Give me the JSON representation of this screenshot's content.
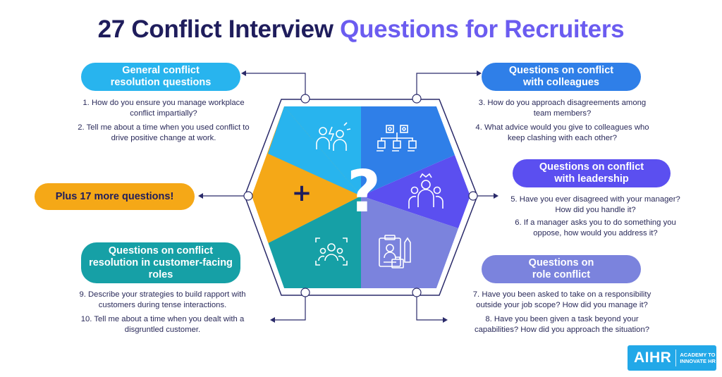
{
  "title": {
    "part1": "27 Conflict Interview ",
    "part2": "Questions for Recruiters"
  },
  "categories": {
    "general": {
      "label": "General conflict\nresolution questions",
      "q1": "1. How do you ensure you manage workplace\nconflict impartially?",
      "q2": "2. Tell me about a time when you used conflict to\ndrive positive change at work."
    },
    "colleagues": {
      "label": "Questions on conflict\nwith colleagues",
      "q1": "3. How do you approach disagreements among\nteam members?",
      "q2": "4. What advice would you give to colleagues who\nkeep clashing with each other?"
    },
    "leadership": {
      "label": "Questions on conflict\nwith leadership",
      "q1": "5. Have you ever disagreed with your manager?\nHow did you handle it?",
      "q2": "6. If a manager asks you to do something you\noppose, how would you address it?"
    },
    "more": {
      "label": "Plus 17 more questions!"
    },
    "customer": {
      "label": "Questions on conflict\nresolution in customer-facing\nroles",
      "q1": "9. Describe your strategies to build rapport with\ncustomers during tense interactions.",
      "q2": "10. Tell me about a time when you dealt with a\ndisgruntled customer."
    },
    "role": {
      "label": "Questions on\nrole conflict",
      "q1": "7. Have you been asked to take on a responsibility\noutside your job scope? How did you manage it?",
      "q2": "8. Have you been given a task beyond your\ncapabilities? How did you approach the situation?"
    }
  },
  "hexagon": {
    "center_symbol": "?",
    "plus_symbol": "+",
    "icons": [
      "conflict-icon",
      "team-structure-icon",
      "leadership-group-icon",
      "clipboard-profile-icon",
      "customer-focus-icon",
      "plus-icon"
    ]
  },
  "logo": {
    "brand": "AIHR",
    "tagline": "ACADEMY TO\nINNOVATE HR"
  },
  "colors": {
    "navy": "#1f1d5c",
    "purple": "#6b5cf0",
    "sky": "#28b4ee",
    "blue": "#2f7fe8",
    "violet": "#5b4ff0",
    "orange": "#f5a817",
    "teal": "#16a0a6",
    "lavender": "#7b83dd",
    "hex_border": "#2a2a6a"
  }
}
